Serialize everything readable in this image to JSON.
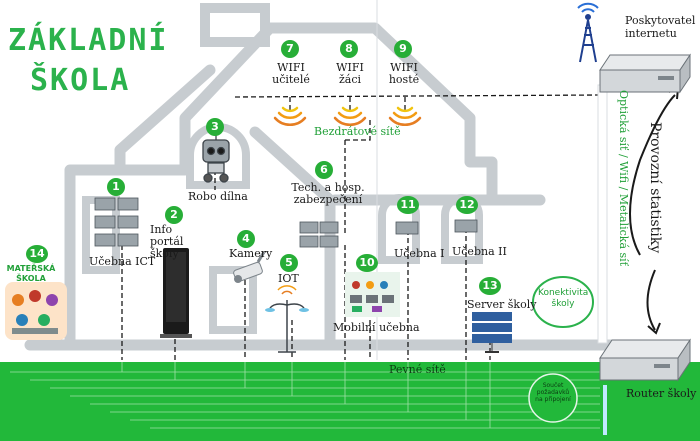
{
  "title": {
    "line1": "ZÁKLADNÍ",
    "line2": "ŠKOLA"
  },
  "wifi": {
    "section_label": "Bezdrátové sítě",
    "networks": [
      {
        "number": "7",
        "label": "WIFI učitelé"
      },
      {
        "number": "8",
        "label": "WIFI žáci"
      },
      {
        "number": "9",
        "label": "WIFI hosté"
      }
    ]
  },
  "nodes": [
    {
      "number": "1",
      "label": "Učebna ICT"
    },
    {
      "number": "2",
      "label": "Info portál školy"
    },
    {
      "number": "3",
      "label": "Robo dílna"
    },
    {
      "number": "4",
      "label": "Kamery"
    },
    {
      "number": "5",
      "label": "IOT"
    },
    {
      "number": "6",
      "label": "Tech. a hosp. zabezpečení"
    },
    {
      "number": "10",
      "label": "Mobilní učebna"
    },
    {
      "number": "11",
      "label": "Učebna I"
    },
    {
      "number": "12",
      "label": "Učebna II"
    },
    {
      "number": "13",
      "label": "Server školy"
    },
    {
      "number": "14",
      "label": "MATEŘSKÁ ŠKOLA"
    }
  ],
  "provider": {
    "label": "Poskytovatel internetu"
  },
  "router": {
    "label": "Router školy"
  },
  "wired": {
    "label": "Pevné sítě"
  },
  "sum_note": "Součet požadavků na připojení",
  "connectivity": "Konektivita školy",
  "link_types": "Optická síť / Wifi / Metalická síť",
  "ops_stats": "Provozní statistiky",
  "colors": {
    "accent": "#2bb24c",
    "building": "#c7ccd0",
    "ground": "#22b83a"
  },
  "icons": [
    "router-icon",
    "antenna-tower-icon",
    "computer-icon",
    "kiosk-icon",
    "robot-icon",
    "camera-icon",
    "streetlamp-icon",
    "server-icon",
    "wifi-icon"
  ]
}
